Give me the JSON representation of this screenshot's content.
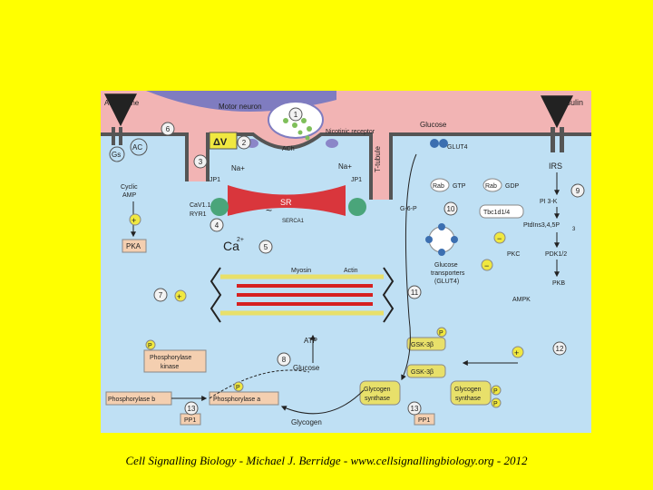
{
  "caption": "Cell Signalling Biology - Michael J. Berridge - www.cellsignallingbiology.org - 2012",
  "colors": {
    "page_bg": "#ffff00",
    "extracellular": "#f2b4b4",
    "cytoplasm": "#bfe0f4",
    "box": "#f4cfb0",
    "ring_green": "#4aa57a",
    "receptor_purple": "#8b86c8",
    "actin": "#e8e06a",
    "myosin": "#d62020",
    "sr": "#d9363c"
  },
  "labels": {
    "adrenaline": "Adrenaline",
    "motor_neuron": "Motor neuron",
    "insulin": "Insulin",
    "glucose_top": "Glucose",
    "glut4": "GLUT4",
    "ac": "AC",
    "gs": "Gs",
    "dv": "ΔV",
    "ach": "ACh",
    "nicotinic": "Nicotinic receptor",
    "na1": "Na+",
    "na2": "Na+",
    "jp1a": "JP1",
    "jp1b": "JP1",
    "sr": "SR",
    "cyclic": "Cyclic",
    "amp": "AMP",
    "cav": "CaV1.1",
    "ryr": "RYR1",
    "serca": "SERCA1",
    "ca": "Ca",
    "ca2": "2+",
    "pka": "PKA",
    "t_tubule": "T-tubule",
    "g6p": "G-6-P",
    "rab1": "Rab",
    "gtp": "GTP",
    "rab2": "Rab",
    "gdp": "GDP",
    "tbc": "Tbc1d1/4",
    "irs": "IRS",
    "pi3k": "PI 3-K",
    "ptdins": "PtdIns3,4,5P",
    "ptdins_sub": "3",
    "pkc": "PKC",
    "pdk": "PDK1/2",
    "pkb": "PKB",
    "ampk": "AMPK",
    "glut_trans1": "Glucose",
    "glut_trans2": "transporters",
    "glut_trans3": "(GLUT4)",
    "myosin": "Myosin",
    "actin": "Actin",
    "atp": "ATP",
    "glucose_mid": "Glucose",
    "phk1": "Phosphorylase",
    "phk2": "kinase",
    "phb": "Phosphorylase b",
    "pha": "Phosphorylase a",
    "pp1a": "PP1",
    "pp1b": "PP1",
    "glycogen": "Glycogen",
    "gs1a": "Glycogen",
    "gs1b": "synthase",
    "gs2a": "Glycogen",
    "gs2b": "synthase",
    "gsk1": "GSK-3β",
    "gsk2": "GSK-3β",
    "p": "P",
    "plus": "+",
    "minus": "−",
    "tilde": "~"
  },
  "steps": [
    "1",
    "2",
    "3",
    "4",
    "5",
    "6",
    "7",
    "8",
    "9",
    "10",
    "11",
    "12",
    "13",
    "13"
  ]
}
